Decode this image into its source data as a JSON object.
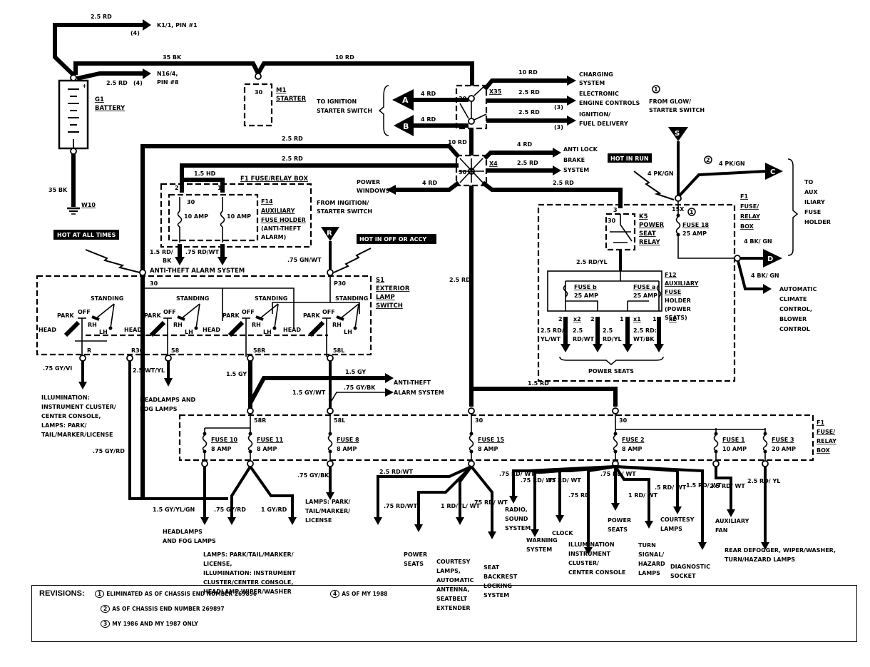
{
  "title": "Power Distribution Wiring Diagram",
  "battery": {
    "ref": "G1",
    "name": "BATTERY",
    "ground_ref": "W10",
    "ground_wire": "35 BK",
    "plus": "+"
  },
  "starter": {
    "ref": "M1",
    "name": "STARTER",
    "pin": "30"
  },
  "top_wires": {
    "k1": {
      "wire": "2.5 RD",
      "note": "(4)",
      "dest": "K1/1, PIN #1"
    },
    "n16": {
      "wire": "2.5 RD",
      "note": "(4)",
      "dest_line1": "N16/4,",
      "dest_line2": "PIN #8"
    },
    "main_bk": "35 BK",
    "main_rd": "10 RD"
  },
  "x35": {
    "ref": "X35",
    "pin": "30",
    "to_ignition_line1": "TO IGNITION",
    "to_ignition_line2": "STARTER SWITCH",
    "connector_a": {
      "letter": "A",
      "wire": "4 RD"
    },
    "connector_b": {
      "letter": "B",
      "wire": "4 RD"
    },
    "outputs": [
      {
        "wire": "10 RD",
        "note": "",
        "dest_line1": "CHARGING",
        "dest_line2": "SYSTEM"
      },
      {
        "wire": "2.5 RD",
        "note": "(3)",
        "dest_line1": "ELECTRONIC",
        "dest_line2": "ENGINE CONTROLS"
      },
      {
        "wire": "2.5 RD",
        "note": "(3)",
        "dest_line1": "IGNITION/",
        "dest_line2": "FUEL DELIVERY"
      }
    ],
    "down_wire": "10 RD"
  },
  "x4": {
    "ref": "X4",
    "pin": "30",
    "in_wires": [
      "2.5 RD",
      "2.5 RD"
    ],
    "power_windows": {
      "wire": "4 RD",
      "line1": "POWER",
      "line2": "WINDOWS"
    },
    "from_ignition_line1": "FROM INGITION/",
    "from_ignition_line2": "STARTER SWITCH",
    "abs": {
      "wire": "4 RD",
      "line1": "ANTI LOCK",
      "line2": "BRAKE",
      "line3": "SYSTEM"
    },
    "abs_wire2": "2.5 RD",
    "to_k5_wire": "2.5 RD",
    "down_wire": "2.5 RD"
  },
  "glow": {
    "rev": "1",
    "line1": "FROM GLOW/",
    "line2": "STARTER SWITCH",
    "letter": "S"
  },
  "hot_in_run": {
    "label": "HOT IN RUN",
    "wire": "4 PK/GN",
    "c_wire": "4 PK/GN",
    "c_rev": "2",
    "c_letter": "C"
  },
  "to_aux": [
    "TO",
    "AUX",
    "ILIARY",
    "FUSE",
    "HOLDER"
  ],
  "f1_right": {
    "ref": "F1",
    "name_lines": [
      "FUSE/",
      "RELAY",
      "BOX"
    ],
    "pin": "15X",
    "fuse": "FUSE 18",
    "amp": "25 AMP",
    "rev": "1"
  },
  "d_conn": {
    "letter": "D",
    "wire": "4 BK/ GN",
    "wire2": "4 BK/ GN",
    "dest": [
      "AUTOMATIC",
      "CLIMATE",
      "CONTROL,",
      "BLOWER",
      "CONTROL"
    ]
  },
  "k5": {
    "ref": "K5",
    "lines": [
      "POWER",
      "SEAT",
      "RELAY"
    ],
    "pin3": "3",
    "pin30": "30",
    "out_wire": "2.5 RD/YL"
  },
  "f12": {
    "ref": "F12",
    "lines": [
      "AUXILIARY",
      "FUSE",
      "HOLDER",
      "(POWER",
      "SEATS)"
    ],
    "fuse_b": {
      "name": "FUSE b",
      "amp": "25 AMP"
    },
    "fuse_a": {
      "name": "FUSE a",
      "amp": "25 AMP"
    },
    "outputs": [
      {
        "pin": "2",
        "x": "",
        "wire_l1": "2.5 RD/",
        "wire_l2": "YL/WT"
      },
      {
        "pin": "2",
        "x": "x2",
        "wire_l1": "2.5",
        "wire_l2": "RD/WT"
      },
      {
        "pin": "1",
        "x": "",
        "wire_l1": "2.5",
        "wire_l2": "RD/YL"
      },
      {
        "pin": "1",
        "x": "x1",
        "wire_l1": "2.5 RD:",
        "wire_l2": "WT/BK"
      },
      {
        "pin": "",
        "x": "x2",
        "wire_l1": "",
        "wire_l2": ""
      }
    ],
    "group_label": "POWER SEATS"
  },
  "f1_left": {
    "title": "F1 FUSE/RELAY BOX",
    "in_wire": "2.5 RD",
    "jumper": "1.5 HD",
    "sub_ref": "F14",
    "sub_lines": [
      "AUXILIARY",
      "FUSE HOLDER",
      "(ANTI-THEFT",
      "ALARM)"
    ],
    "pin30": "30",
    "pin2": "2",
    "pin1": "1",
    "fuses": [
      "10 AMP",
      "10 AMP"
    ],
    "out_wires": [
      {
        "l1": "1.5 RD/",
        "l2": "BK"
      },
      {
        "l1": ".75 RD/WT",
        "l2": ""
      }
    ],
    "alarm": "ANTI-THEFT ALARM SYSTEM"
  },
  "hot_at_all_times": "HOT AT ALL TIMES",
  "hot_in_off": {
    "label": "HOT IN OFF OR ACCY",
    "letter": "R",
    "wire": ".75 GN/WT"
  },
  "s1": {
    "ref": "S1",
    "lines": [
      "EXTERIOR",
      "LAMP",
      "SWITCH"
    ],
    "pin30": "30",
    "pinP30": "P30",
    "sections": [
      {
        "park": "PARK",
        "off": "OFF",
        "head": "HEAD",
        "standing": "STANDING",
        "rh": "RH",
        "lh": "LH"
      },
      {
        "park": "PARK",
        "off": "OFF",
        "head": "HEAD",
        "standing": "STANDING",
        "rh": "RH",
        "lh": "LH"
      },
      {
        "park": "PARK",
        "off": "OFF",
        "head": "HEAD",
        "standing": "STANDING",
        "rh": "RH",
        "lh": "LH"
      },
      {
        "park": "PARK",
        "off": "OFF",
        "head": "HEAD",
        "standing": "STANDING",
        "rh": "RH",
        "lh": "LH"
      }
    ],
    "out_pins": [
      "R",
      "R30",
      "58",
      "58R",
      "58L"
    ]
  },
  "s1_outputs": {
    "illum_wire": ".75 GY/VI",
    "illum_dest": [
      "ILLUMINATION:",
      "INSTRUMENT CLUSTER/",
      "CENTER CONSOLE,",
      "LAMPS: PARK/",
      "TAIL/MARKER/LICENSE"
    ],
    "r30_wire": "2.5 WT/YL",
    "r30_wire2": ".75 GY/RD",
    "head_wire": "2.5 WT/YL",
    "head_dest": [
      "HEADLAMPS AND",
      "FOG LAMPS"
    ],
    "r_wire": "1.5 GY",
    "l_wire": "1.5 GY/WT",
    "anti_wire1": "1.5 GY",
    "anti_wire2": ".75 GY/BK",
    "anti_dest": [
      "ANTI-THEFT",
      "ALARM SYSTEM"
    ]
  },
  "f1_bottom": {
    "ref": "F1",
    "lines": [
      "FUSE/",
      "RELAY",
      "BOX"
    ],
    "top_wire": "1.5 RD",
    "pins": [
      "58R",
      "58L",
      "30",
      "30"
    ],
    "fuses": [
      {
        "name": "FUSE 10",
        "amp": "8 AMP"
      },
      {
        "name": "FUSE 11",
        "amp": "8 AMP"
      },
      {
        "name": "FUSE 8",
        "amp": "8 AMP"
      },
      {
        "name": "FUSE 15",
        "amp": "8 AMP"
      },
      {
        "name": "FUSE 2",
        "amp": "8 AMP"
      },
      {
        "name": "FUSE 1",
        "amp": "10 AMP"
      },
      {
        "name": "FUSE 3",
        "amp": "20 AMP"
      }
    ]
  },
  "bottom_outputs": [
    {
      "wire": "1.5 GY/YL/GN",
      "dest": [
        "HEADLAMPS",
        "AND FOG LAMPS"
      ]
    },
    {
      "wire": ".75 GY/RD",
      "dest": [
        "LAMPS: PARK/TAIL/MARKER/",
        "LICENSE,",
        "ILLUMINATION: INSTRUMENT",
        "CLUSTER/CENTER CONSOLE,",
        "HEADLAMP WIPER/WASHER"
      ]
    },
    {
      "wire": "1 GY/RD",
      "dest": []
    },
    {
      "wire": ".75 GY/BK",
      "dest": [
        "LAMPS: PARK/",
        "TAIL/MARKER/",
        "LICENSE"
      ]
    },
    {
      "wire": "2.5 RD/WT",
      "dest": []
    },
    {
      "wire": ".75 RD/WT",
      "dest": [
        "POWER",
        "SEATS"
      ]
    },
    {
      "wire": "1 RD/YL/ WT",
      "dest": [
        "COURTESY",
        "LAMPS,",
        "AUTOMATIC",
        "ANTENNA,",
        "SEATBELT",
        "EXTENDER"
      ]
    },
    {
      "wire": ".75 RD/ WT",
      "dest": [
        "SEAT",
        "BACKREST",
        "LOCKING",
        "SYSTEM"
      ]
    },
    {
      "wire": ".75 RD/ WT",
      "dest": [
        "RADIO,",
        "SOUND",
        "SYSTEM"
      ]
    },
    {
      "wire": ".75 RD/ WT",
      "dest": [
        "WARNING",
        "SYSTEM"
      ]
    },
    {
      "wire": ".75 RD/ WT",
      "dest": [
        "CLOCK"
      ]
    },
    {
      "wire": ".75 RD",
      "dest": [
        "ILLUMINATION",
        "INSTRUMENT",
        "CLUSTER/",
        "CENTER CONSOLE"
      ]
    },
    {
      "wire": ".75 RD/ WT",
      "dest": [
        "POWER",
        "SEATS"
      ]
    },
    {
      "wire": "1 RD/ WT",
      "dest": [
        "TURN",
        "SIGNAL/",
        "HAZARD",
        "LAMPS"
      ]
    },
    {
      "wire": ".5 RD/ WT",
      "dest": [
        "COURTESY",
        "LAMPS"
      ]
    },
    {
      "wire": "1.5 RD/ WT",
      "dest": [
        "DIAGNOSTIC",
        "SOCKET"
      ]
    },
    {
      "wire": "2.5 RD/ WT",
      "dest": [
        "AUXILIARY",
        "FAN"
      ]
    },
    {
      "wire": "2.5 RD/ YL",
      "dest": [
        "REAR DEFOGGER, WIPER/WASHER,",
        "TURN/HAZARD LAMPS"
      ]
    }
  ],
  "revisions": {
    "title": "REVISIONS:",
    "items": [
      {
        "num": "1",
        "text": "ELIMINATED AS OF CHASSIS END NUMBER 269896"
      },
      {
        "num": "2",
        "text": "AS OF CHASSIS END NUMBER 269897"
      },
      {
        "num": "3",
        "text": "MY 1986 AND MY 1987 ONLY"
      },
      {
        "num": "4",
        "text": "AS OF MY 1988"
      }
    ]
  }
}
